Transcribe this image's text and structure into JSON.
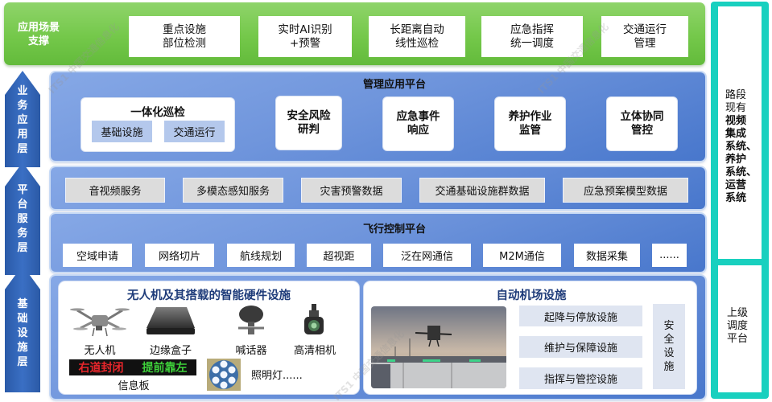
{
  "scenario_layer": {
    "label": "应用场景\n支撑",
    "items": [
      "重点设施\n部位检测",
      "实时AI识别\n+预警",
      "长距离自动\n线性巡检",
      "应急指挥\n统一调度",
      "交通运行\n管理"
    ]
  },
  "layers": {
    "business": [
      "业",
      "务",
      "应",
      "用",
      "层"
    ],
    "platform": [
      "平",
      "台",
      "服",
      "务",
      "层"
    ],
    "infrastructure": [
      "基",
      "础",
      "设",
      "施",
      "层"
    ]
  },
  "management_platform": {
    "title": "管理应用平台",
    "integrated_patrol": {
      "title": "一体化巡检",
      "subs": [
        "基础设施",
        "交通运行"
      ]
    },
    "cards": [
      "安全风险\n研判",
      "应急事件\n响应",
      "养护作业\n监管",
      "立体协同\n管控"
    ]
  },
  "data_services": [
    "音视频服务",
    "多模态感知服务",
    "灾害预警数据",
    "交通基础设施群数据",
    "应急预案模型数据"
  ],
  "flight_control": {
    "title": "飞行控制平台",
    "items": [
      "空域申请",
      "网络切片",
      "航线规划",
      "超视距",
      "泛在网通信",
      "M2M通信",
      "数据采集",
      "......"
    ]
  },
  "uav_hardware": {
    "title": "无人机及其搭载的智能硬件设施",
    "devices": [
      {
        "icon": "drone-icon",
        "label": "无人机"
      },
      {
        "icon": "edge-box-icon",
        "label": "边缘盒子"
      },
      {
        "icon": "loudspeaker-icon",
        "label": "喊话器"
      },
      {
        "icon": "hd-camera-icon",
        "label": "高清相机"
      }
    ],
    "info_board": {
      "red_text": "右道封闭",
      "green_text": "提前靠左",
      "label": "信息板",
      "red_color": "#e8262b",
      "green_color": "#3ed13a"
    },
    "light": {
      "icon": "lighting-lamp-icon",
      "label": "照明灯......"
    }
  },
  "airport": {
    "title": "自动机场设施",
    "facilities": [
      "起降与停放设施",
      "维护与保障设施",
      "指挥与管控设施"
    ],
    "safety": [
      "安",
      "全",
      "设",
      "施"
    ]
  },
  "right_column": {
    "existing_systems": [
      "路段",
      "现有",
      "视频",
      "集成",
      "系统、",
      "养护",
      "系统、",
      "运营",
      "系统"
    ],
    "upper_platform": [
      "上级",
      "调度",
      "平台"
    ]
  },
  "watermark": "ITS1 中国交通信息化",
  "colors": {
    "scene_green": "#74c84a",
    "panel_blue": "#6f95dc",
    "layer_blue": "#2a5aa8",
    "teal": "#19d0bf",
    "infra_title": "#1f3c7a"
  }
}
